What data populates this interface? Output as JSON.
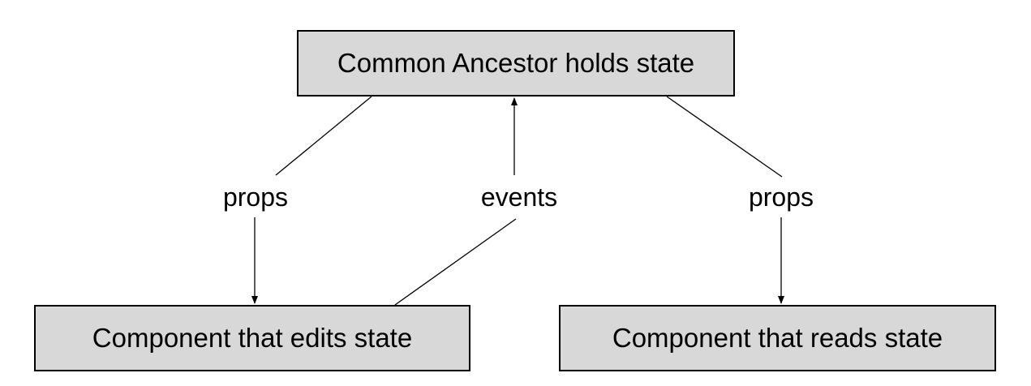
{
  "nodes": {
    "ancestor": "Common Ancestor holds state",
    "editor": "Component that edits state",
    "reader": "Component that reads state"
  },
  "edges": {
    "props_left": "props",
    "events": "events",
    "props_right": "props"
  },
  "colors": {
    "node_fill": "#d8d8d8",
    "stroke": "#000000",
    "background": "#ffffff"
  }
}
